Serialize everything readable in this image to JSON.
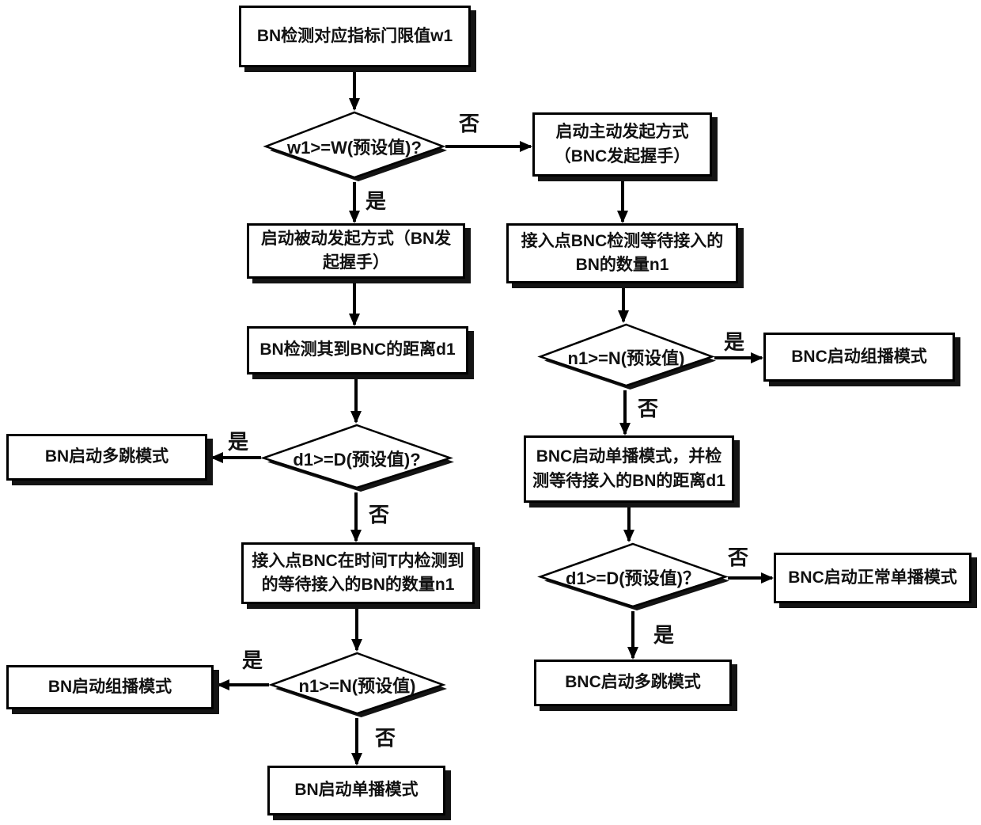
{
  "nodes": {
    "a1": "BN检测对应指标门限值w1",
    "d1": "w1>=W(预设值)?",
    "b1": "启动主动发起方式\n（BNC发起握手）",
    "a2": "启动被动发起方式（BN发\n起握手）",
    "b2": "接入点BNC检测等待接入的\nBN的数量n1",
    "a3": "BN检测其到BNC的距离d1",
    "d4": "n1>=N(预设值)",
    "f1": "BNC启动组播模式",
    "d2": "d1>=D(预设值)?",
    "e1": "BN启动多跳模式",
    "b3": "BNC启动单播模式，并检\n测等待接入的BN的距离d1",
    "a4": "接入点BNC在时间T内检测到\n的等待接入的BN的数量n1",
    "d5": "d1>=D(预设值)？",
    "f2": "BNC启动正常单播模式",
    "f3": "BNC启动多跳模式",
    "d3": "n1>=N(预设值)",
    "e2": "BN启动组播模式",
    "e3": "BN启动单播模式"
  },
  "labels": {
    "yes": "是",
    "no": "否"
  },
  "colors": {
    "line": "#000000",
    "shadow": "#141414",
    "fill": "#ffffff"
  }
}
